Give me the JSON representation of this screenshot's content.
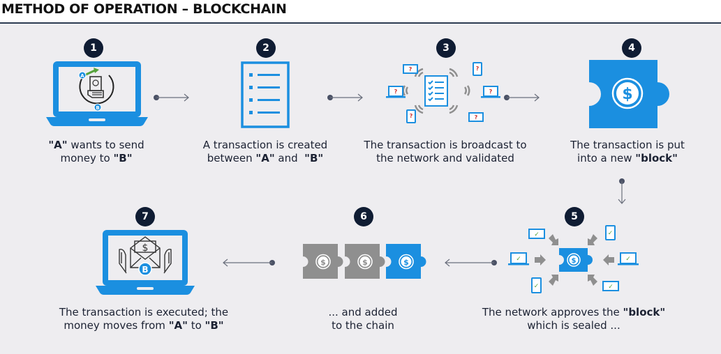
{
  "header": {
    "title": "METHOD OF OPERATION – BLOCKCHAIN"
  },
  "colors": {
    "accent_blue": "#1b8fe0",
    "dark_navy": "#0f1c33",
    "gray": "#8f8f8f",
    "check_green": "#56a33c",
    "question_red": "#d0302b",
    "panel_bg": "#eeedf0"
  },
  "steps": [
    {
      "number": "1",
      "icon": "laptop-money-transfer-icon",
      "line1_pre": "\"A\"",
      "line1_post": " wants to send",
      "line2_pre": "money to ",
      "line2_bold": "\"B\""
    },
    {
      "number": "2",
      "icon": "document-list-icon",
      "line1": "A transaction is created",
      "line2_pre": "between ",
      "line2_bold1": "\"A\"",
      "line2_mid": " and  ",
      "line2_bold2": "\"B\""
    },
    {
      "number": "3",
      "icon": "broadcast-network-icon",
      "line1": "The transaction is broadcast to",
      "line2": "the network and validated"
    },
    {
      "number": "4",
      "icon": "puzzle-block-icon",
      "line1": "The transaction is put",
      "line2_pre": "into a new ",
      "line2_bold": "\"block\""
    },
    {
      "number": "5",
      "icon": "network-approval-icon",
      "line1_pre": "The network approves the ",
      "line1_bold": "\"block\"",
      "line2": "which is sealed ..."
    },
    {
      "number": "6",
      "icon": "chain-of-blocks-icon",
      "line1": "... and added",
      "line2": "to the chain"
    },
    {
      "number": "7",
      "icon": "laptop-received-money-icon",
      "line1": "The transaction is executed; the",
      "line2_pre": "money moves from ",
      "line2_bold1": "\"A\"",
      "line2_mid": " to ",
      "line2_bold2": "\"B\""
    }
  ],
  "icon_labels": {
    "a": "A",
    "b": "B",
    "dollar": "$",
    "question": "?",
    "check": "✓"
  }
}
